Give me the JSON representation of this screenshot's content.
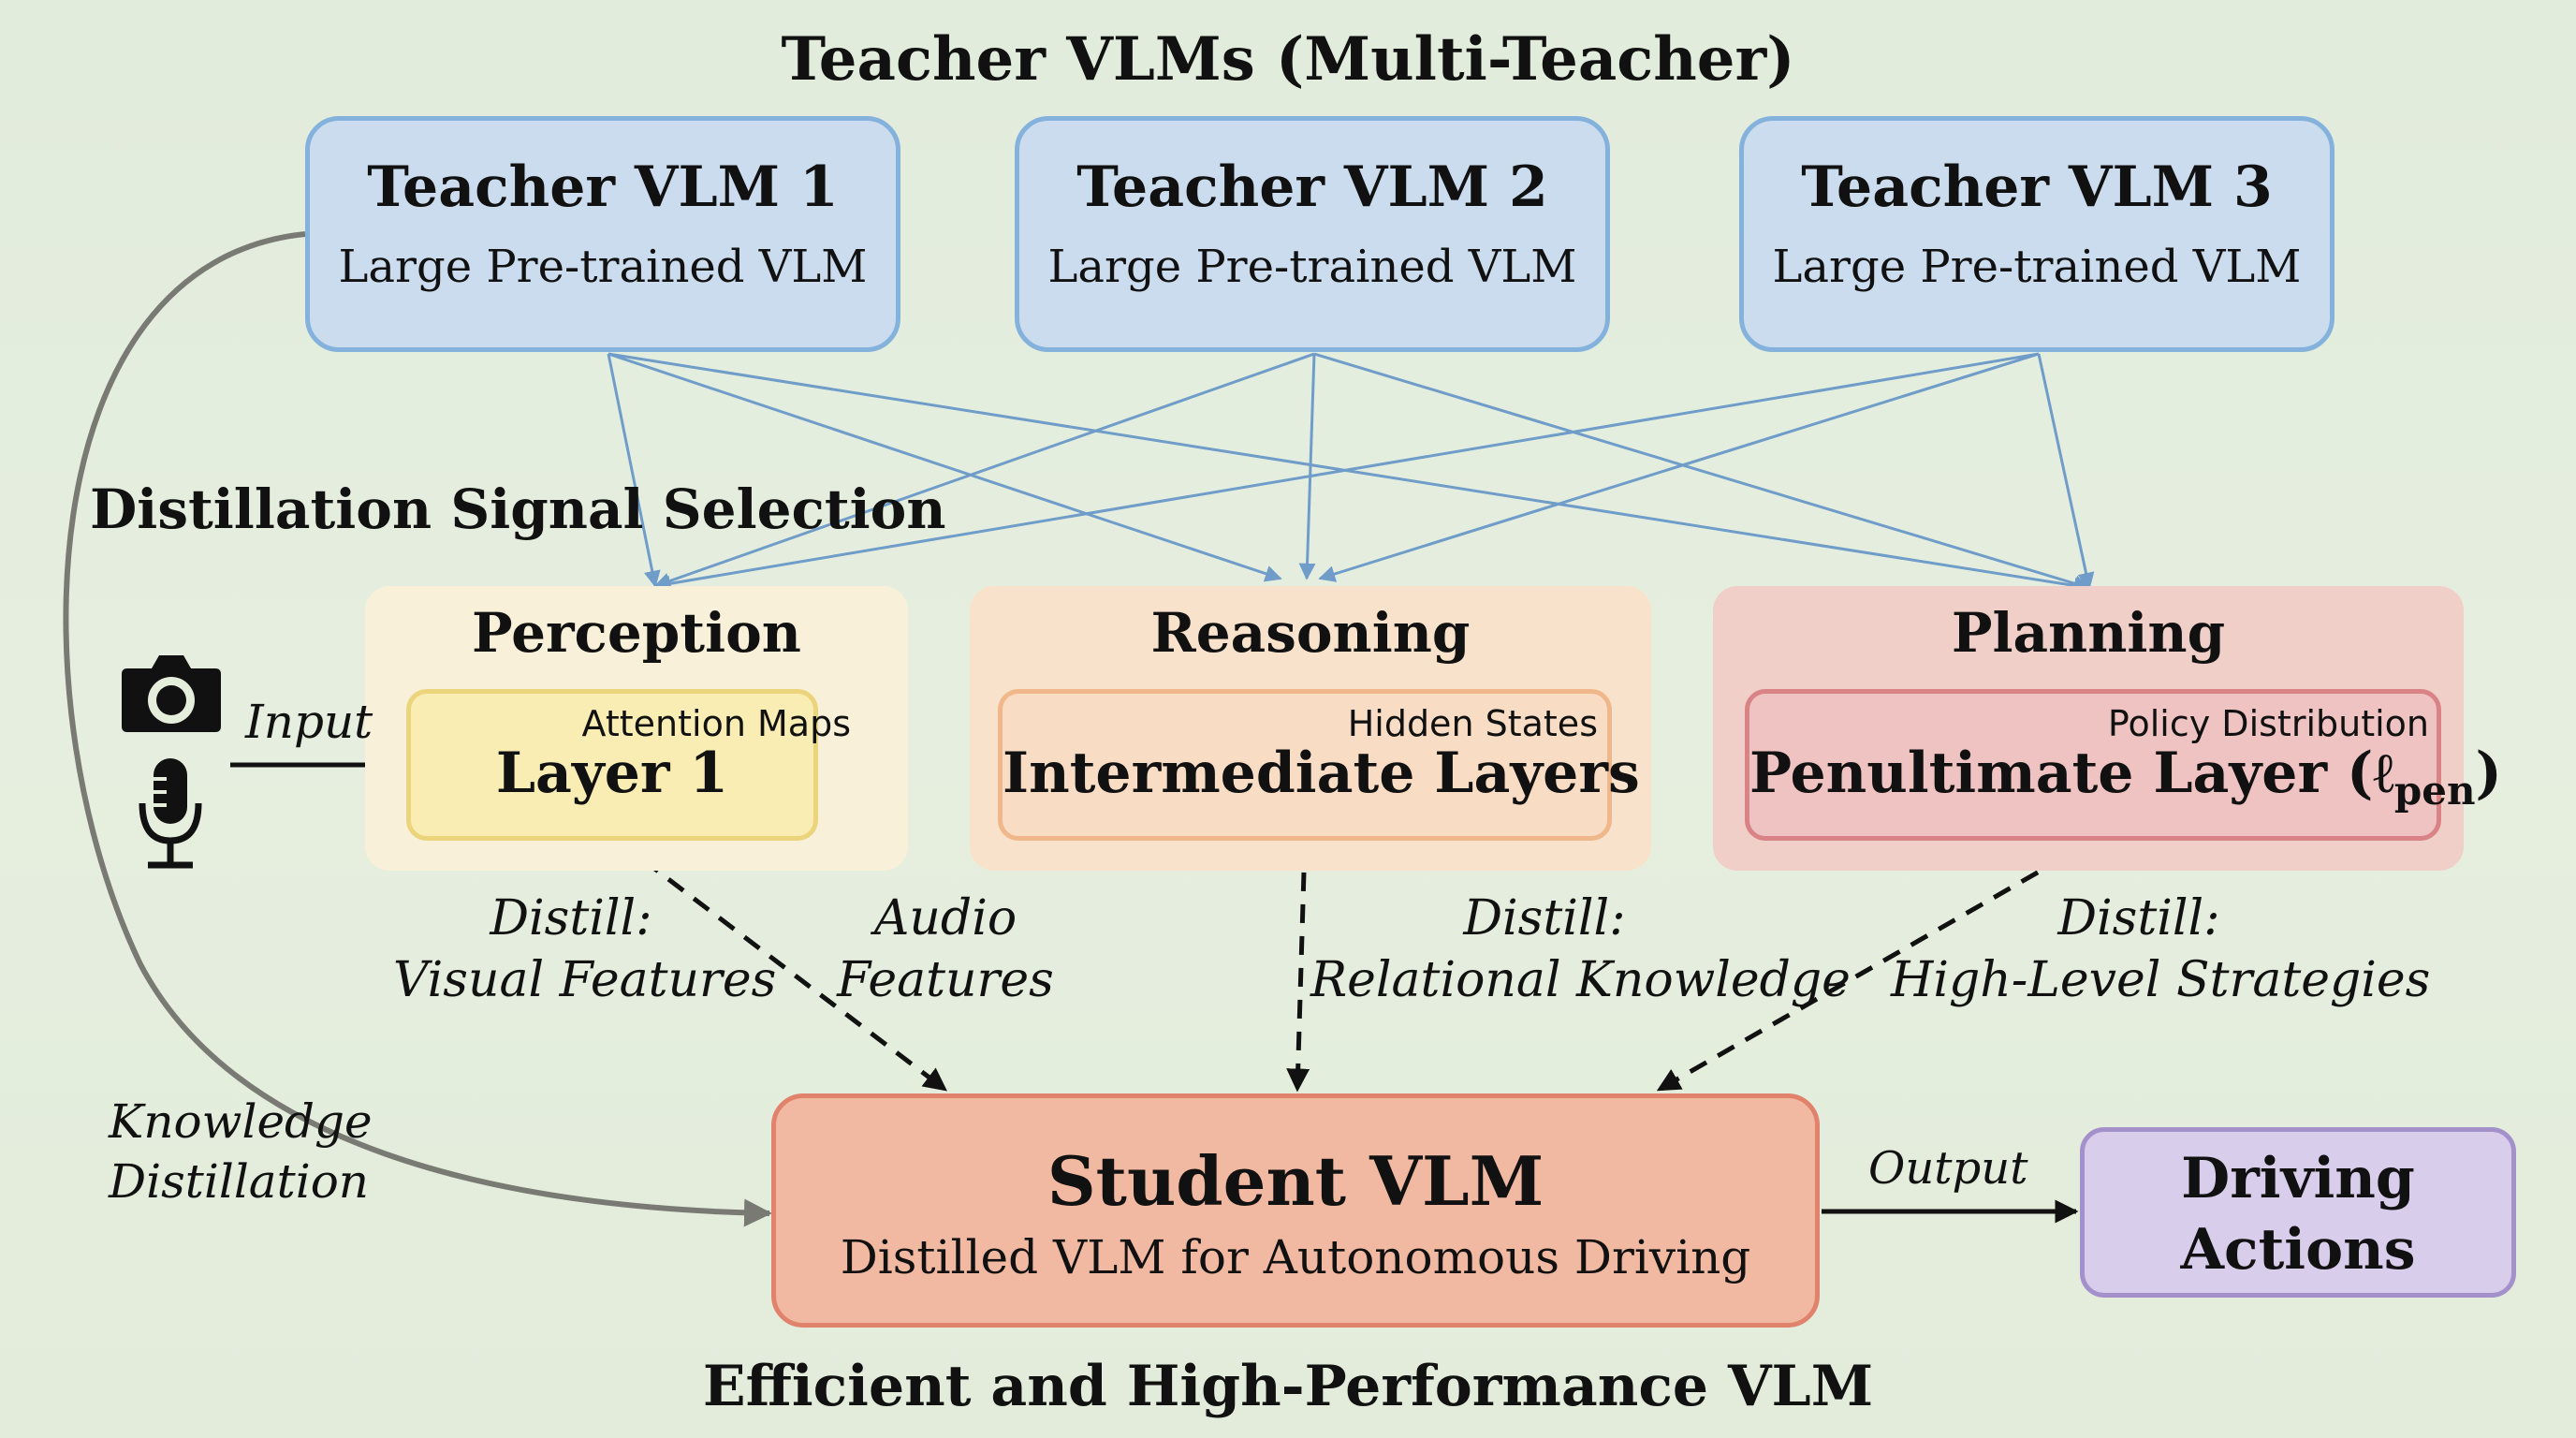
{
  "diagram": {
    "header_title": "Teacher VLMs (Multi-Teacher)",
    "footer_title": "Efficient and High-Performance VLM",
    "selection_title": "Distillation Signal Selection",
    "teachers": [
      {
        "title": "Teacher VLM 1",
        "subtitle": "Large Pre-trained VLM"
      },
      {
        "title": "Teacher VLM 2",
        "subtitle": "Large Pre-trained VLM"
      },
      {
        "title": "Teacher VLM 3",
        "subtitle": "Large Pre-trained VLM"
      }
    ],
    "stages": [
      {
        "title": "Perception",
        "layer": "Layer 1",
        "signal": "Attention Maps"
      },
      {
        "title": "Reasoning",
        "layer": "Intermediate Layers",
        "signal": "Hidden States"
      },
      {
        "title": "Planning",
        "layer": "Penultimate Layer (ℓ",
        "layer_sub": "pen",
        "layer_close": ")",
        "signal": "Policy Distribution"
      }
    ],
    "input_label": "Input",
    "input_icons": [
      "camera-icon",
      "microphone-icon"
    ],
    "distill_labels": {
      "visual": [
        "Distill:",
        "Visual Features"
      ],
      "audio": [
        "Audio",
        "Features"
      ],
      "relational": [
        "Distill:",
        "Relational Knowledge"
      ],
      "strategies": [
        "Distill:",
        "High-Level Strategies"
      ]
    },
    "knowledge_label": [
      "Knowledge",
      "Distillation"
    ],
    "student": {
      "title": "Student VLM",
      "subtitle": "Distilled VLM for Autonomous Driving"
    },
    "output_label": "Output",
    "actions_label": "Driving\nActions",
    "colors": {
      "teacher_fill": "#cbdcee",
      "teacher_border": "#84b2dc",
      "perception_bg": "#f8f0d8",
      "perception_fill": "#faedb4",
      "perception_border": "#ecd47c",
      "reasoning_bg": "#f9e2cb",
      "reasoning_fill": "#f9dcc4",
      "reasoning_border": "#f0b88a",
      "planning_bg": "#f0cfc9",
      "planning_fill": "#eec3c1",
      "planning_border": "#d98386",
      "student_fill": "#f2b9a2",
      "student_border": "#e0826c",
      "actions_fill": "#d9cdec",
      "actions_border": "#a491cc",
      "teacher_arrow": "#6f9cc8",
      "gray_arrow": "#7a7a74"
    }
  }
}
